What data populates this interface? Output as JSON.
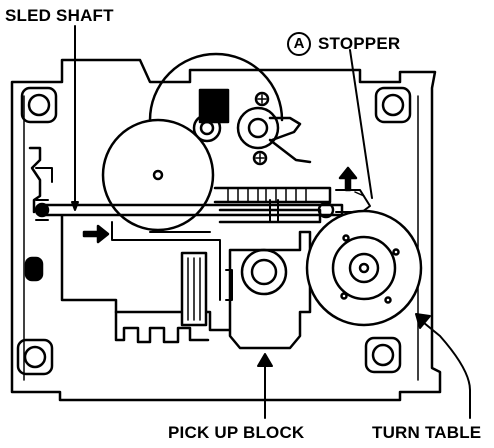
{
  "labels": {
    "sled_shaft": "SLED SHAFT",
    "stopper_letter": "A",
    "stopper": "STOPPER",
    "pick_up_block": "PICK UP BLOCK",
    "turn_table": "TURN TABLE"
  },
  "colors": {
    "ink": "#000000",
    "paper": "#ffffff"
  }
}
